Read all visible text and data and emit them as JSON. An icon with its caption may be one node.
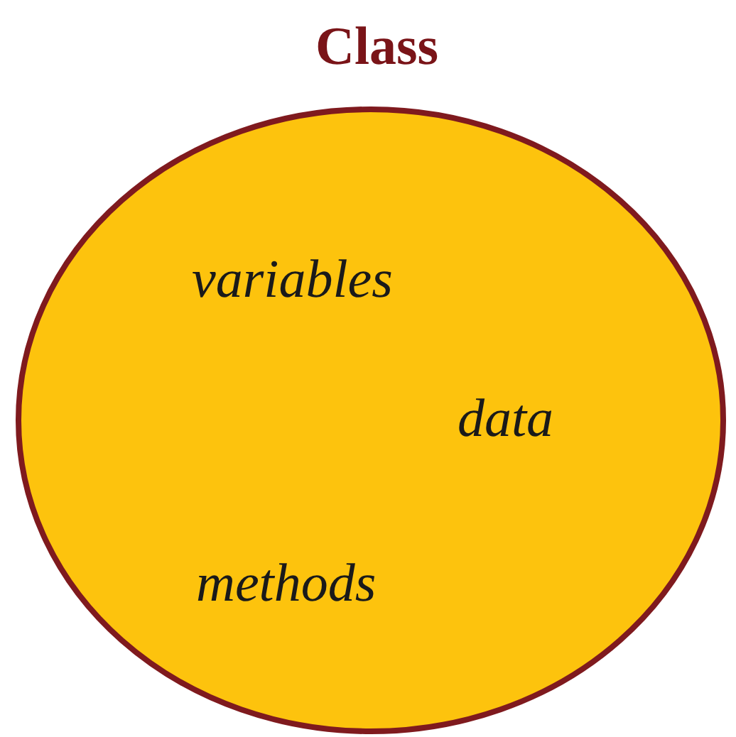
{
  "diagram": {
    "nodes": [
      {
        "text": [
          "Class",
          "variables",
          "data",
          "methods"
        ]
      }
    ]
  }
}
